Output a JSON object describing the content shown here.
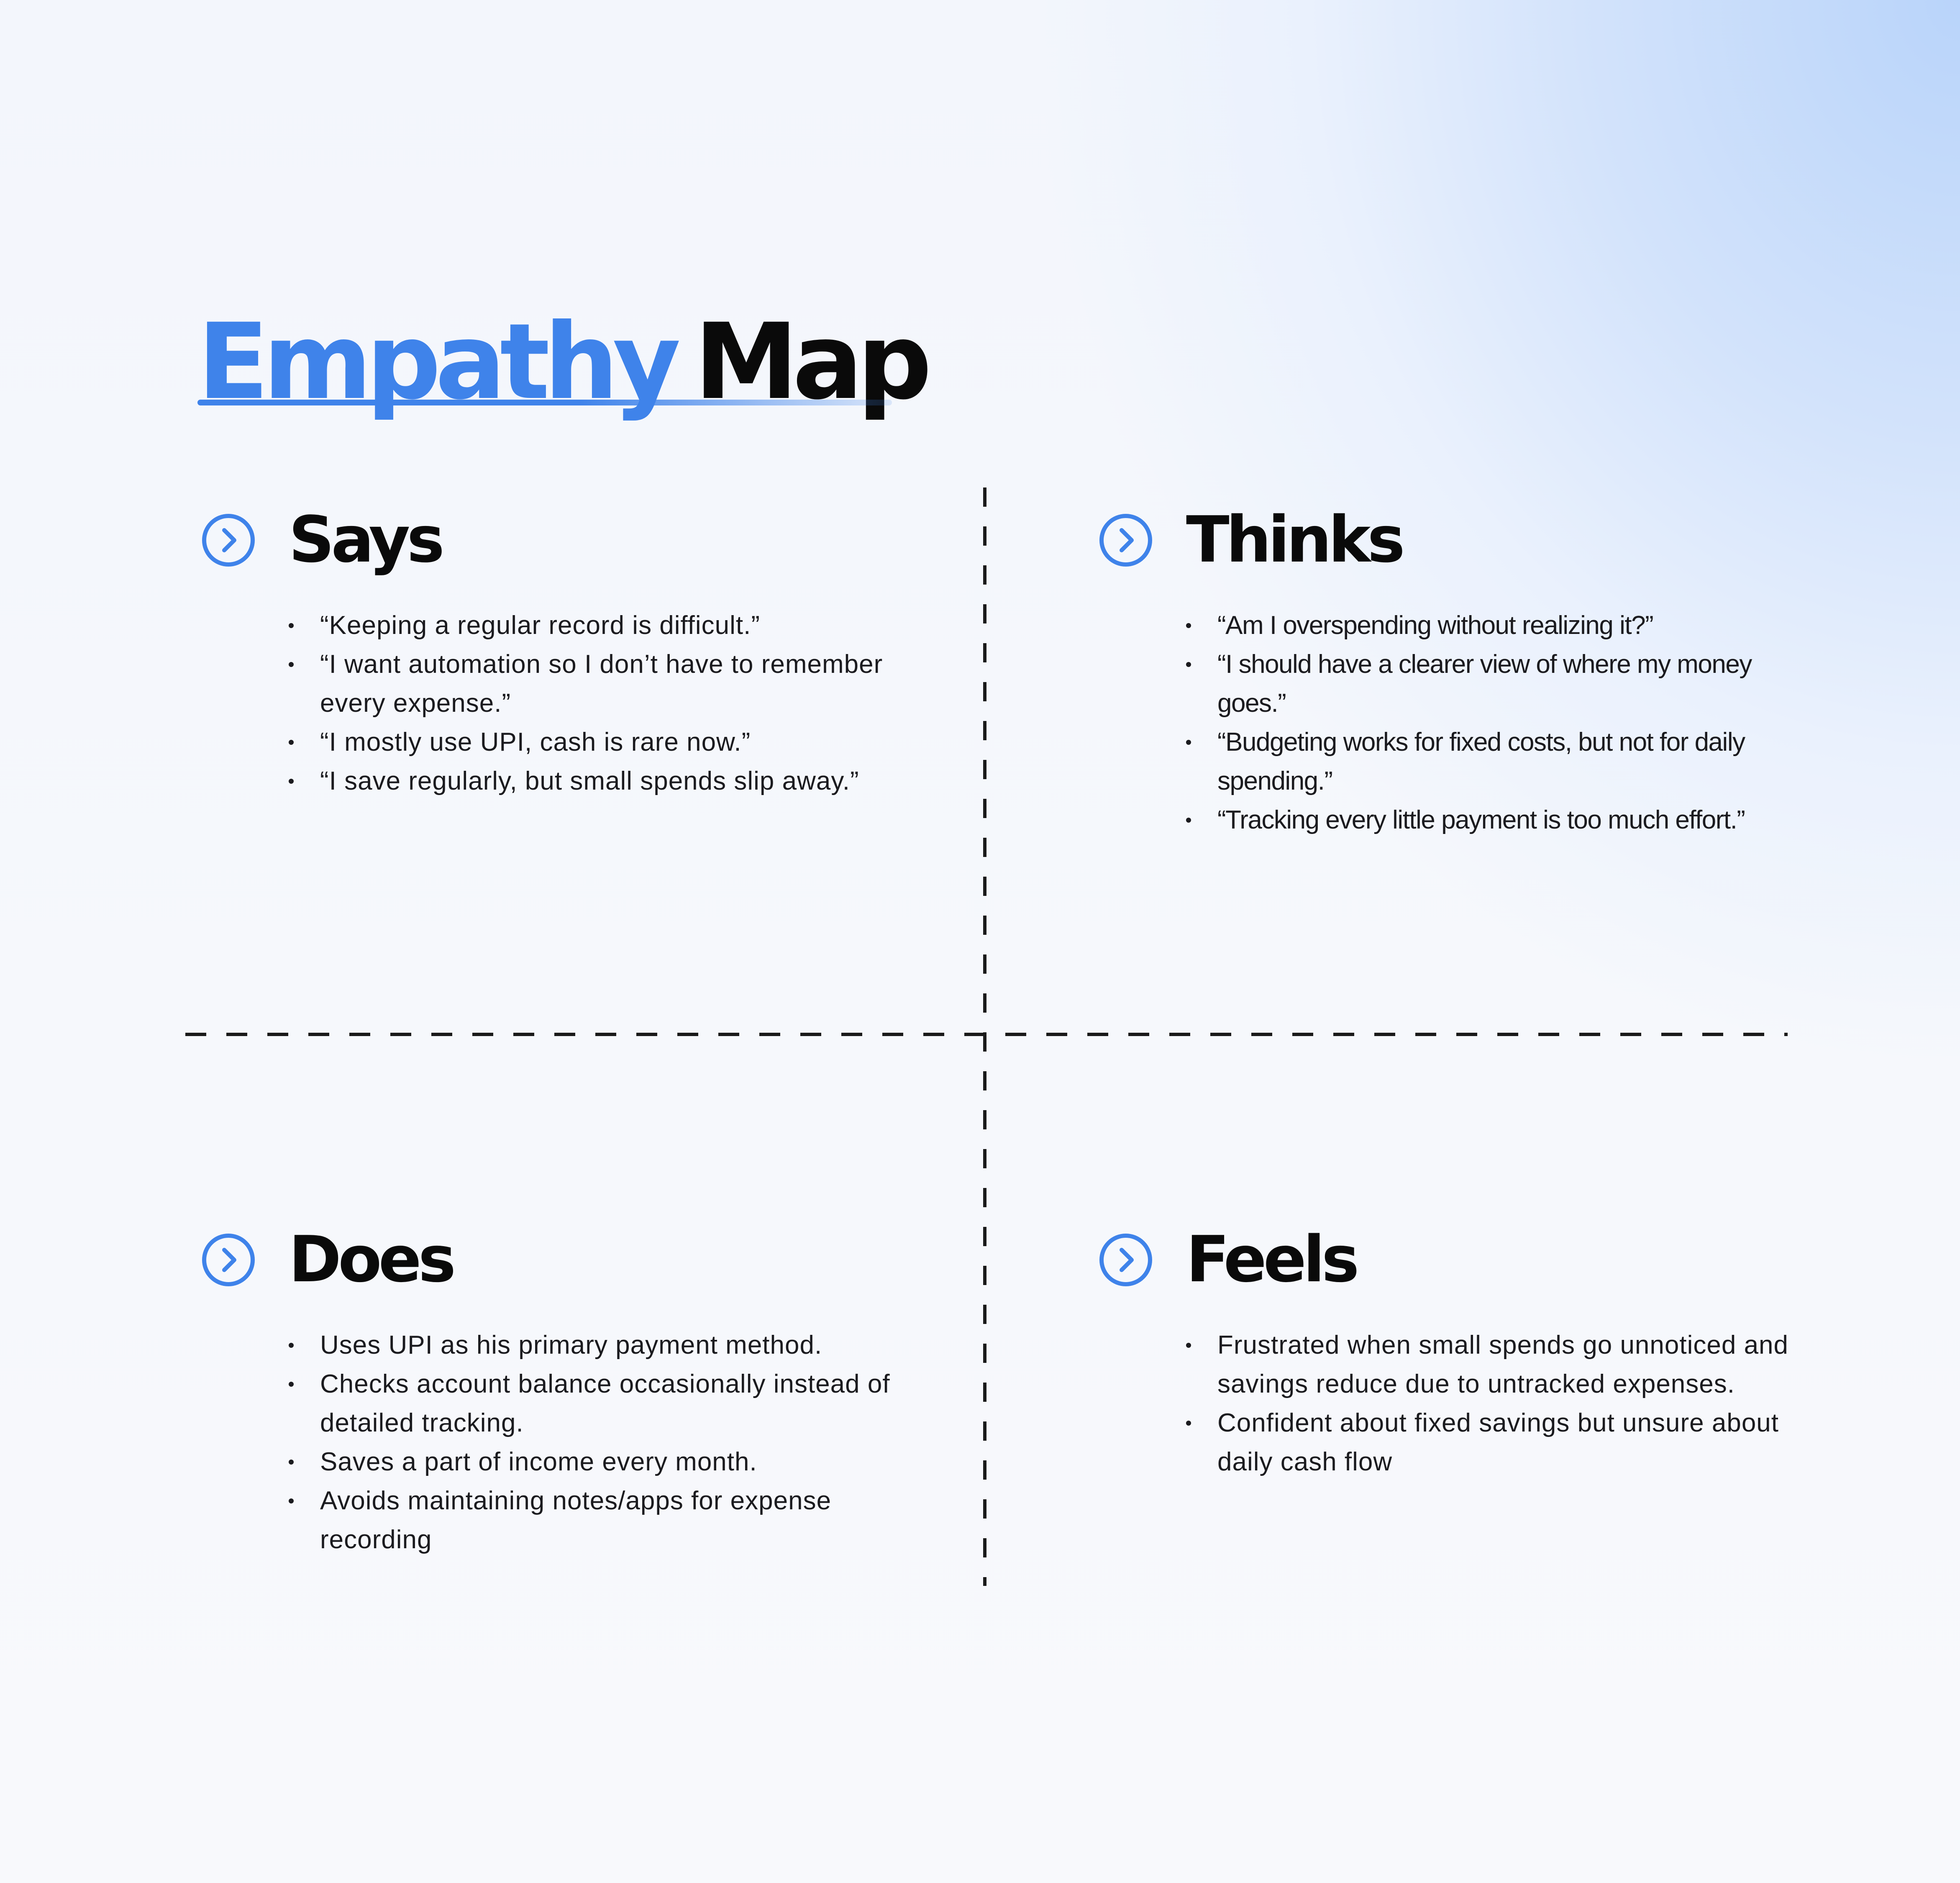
{
  "title": {
    "accent": "Empathy",
    "rest": "Map"
  },
  "colors": {
    "accent": "#3f83ea",
    "text": "#1b1b1f",
    "heading": "#0a0a0a",
    "background_highlight": "#b9d4fa"
  },
  "quadrants": {
    "says": {
      "title": "Says",
      "icon": "chevron-right-circle-icon",
      "items": [
        "“Keeping a regular record is difficult.”",
        "“I want automation so I don’t have to remember every expense.”",
        "“I mostly use UPI, cash is rare now.”",
        "“I save regularly, but small spends slip away.”"
      ]
    },
    "thinks": {
      "title": "Thinks",
      "icon": "chevron-right-circle-icon",
      "items": [
        "“Am I overspending without realizing it?”",
        "“I should have a clearer view of where my money goes.”",
        "“Budgeting works for fixed costs, but not for daily spending.”",
        "“Tracking every little payment is too much effort.”"
      ]
    },
    "does": {
      "title": "Does",
      "icon": "chevron-right-circle-icon",
      "items": [
        "Uses UPI as his primary payment method.",
        "Checks account balance occasionally instead of detailed tracking.",
        "Saves a part of income every month.",
        "Avoids maintaining notes/apps for expense recording"
      ]
    },
    "feels": {
      "title": "Feels",
      "icon": "chevron-right-circle-icon",
      "items": [
        "Frustrated when small spends go unnoticed and savings reduce due to untracked expenses.",
        " Confident about fixed savings but unsure about daily cash flow"
      ]
    }
  }
}
